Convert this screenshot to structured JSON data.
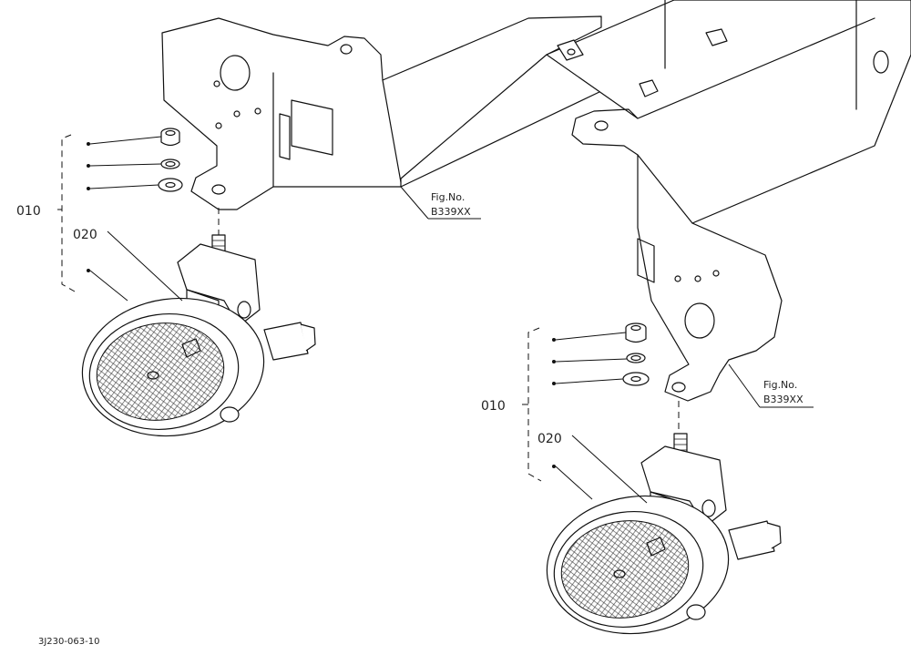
{
  "diagram": {
    "left": {
      "callout_010": "010",
      "callout_020": "020",
      "fig_ref_line1": "Fig.No.",
      "fig_ref_line2": "B339XX"
    },
    "right": {
      "callout_010": "010",
      "callout_020": "020",
      "fig_ref_line1": "Fig.No.",
      "fig_ref_line2": "B339XX"
    },
    "drawing_number": "3J230-063-10"
  }
}
